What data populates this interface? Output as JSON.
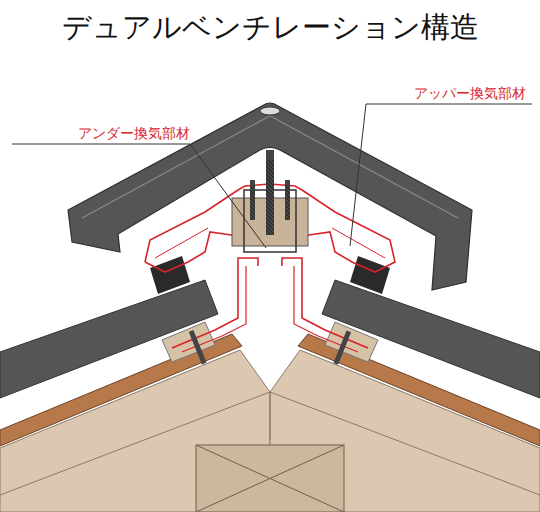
{
  "diagram": {
    "title": "デュアルベンチレーション構造",
    "labels": [
      "アンダー換気部材",
      "アッパー換気部材"
    ]
  }
}
